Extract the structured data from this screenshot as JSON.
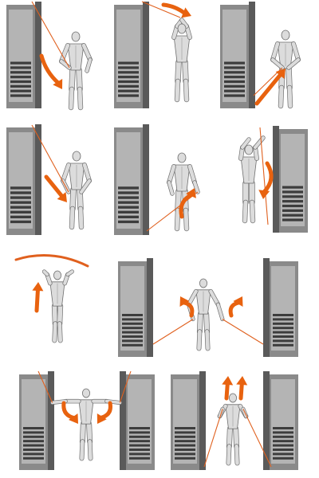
{
  "colors": {
    "background": "#ffffff",
    "machine_dark": "#5a5a5a",
    "machine_mid": "#8a8a8a",
    "machine_light": "#b4b4b4",
    "weight_stack": "#3c3c3c",
    "cable": "#e0601e",
    "arrow": "#e8620f",
    "figure_fill": "#dcdcdc",
    "figure_shade": "#a9a9a9",
    "figure_outline": "#6e6e6e"
  },
  "panels": [
    {
      "id": "cable-pulldown-side",
      "icon": "cable-exercise-illustration"
    },
    {
      "id": "cable-overhead-stretch",
      "icon": "cable-exercise-illustration"
    },
    {
      "id": "cable-low-row",
      "icon": "cable-exercise-illustration"
    },
    {
      "id": "cable-diagonal-pull",
      "icon": "cable-exercise-illustration"
    },
    {
      "id": "cable-low-curl",
      "icon": "cable-exercise-illustration"
    },
    {
      "id": "cable-overhead-rotation",
      "icon": "cable-exercise-illustration"
    },
    {
      "id": "bar-hang-raise",
      "icon": "bar-exercise-illustration"
    },
    {
      "id": "cable-crossover-low",
      "icon": "cable-exercise-illustration"
    },
    {
      "id": "cable-arm-raise",
      "icon": "cable-exercise-illustration"
    },
    {
      "id": "cable-press-up",
      "icon": "cable-exercise-illustration"
    }
  ]
}
